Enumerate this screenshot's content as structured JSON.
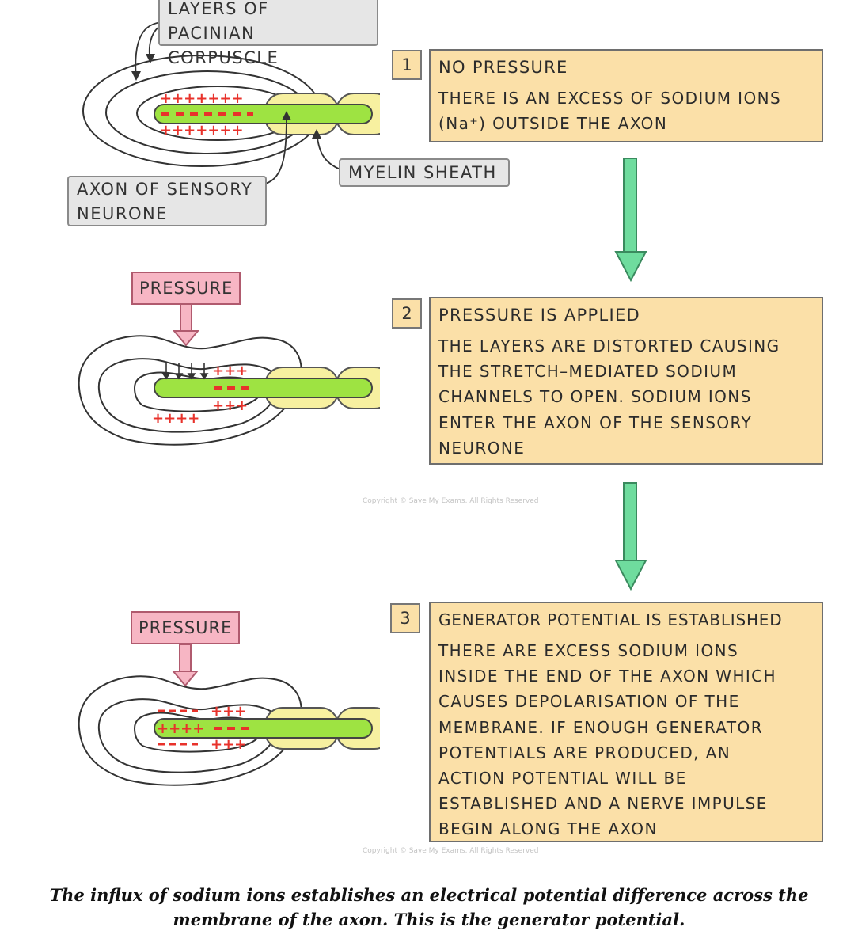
{
  "labels": {
    "layers": "LAYERS OF\nPACINIAN CORPUSCLE",
    "axon": "AXON OF SENSORY\nNEURONE",
    "myelin": "MYELIN SHEATH",
    "pressure": "PRESSURE"
  },
  "steps": [
    {
      "number": "1",
      "title": "NO PRESSURE",
      "body": "THERE IS AN EXCESS OF SODIUM IONS\n(Na⁺) OUTSIDE THE AXON"
    },
    {
      "number": "2",
      "title": "PRESSURE IS APPLIED",
      "body": "THE LAYERS ARE DISTORTED CAUSING\nTHE STRETCH–MEDIATED SODIUM\nCHANNELS TO OPEN. SODIUM IONS\nENTER THE AXON OF THE SENSORY\nNEURONE"
    },
    {
      "number": "3",
      "title": "GENERATOR POTENTIAL IS ESTABLISHED",
      "body": "THERE ARE EXCESS SODIUM IONS\nINSIDE THE END OF THE AXON WHICH\nCAUSES DEPOLARISATION OF THE\nMEMBRANE. IF ENOUGH GENERATOR\nPOTENTIALS ARE PRODUCED, AN\nACTION POTENTIAL WILL BE\nESTABLISHED AND A NERVE IMPULSE\nBEGIN ALONG THE AXON"
    }
  ],
  "copyright": "Copyright © Save My Exams. All Rights Reserved",
  "caption": "The influx of sodium ions establishes an electrical potential difference across the\nmembrane of the axon. This is the generator potential.",
  "colors": {
    "box_fill": "#fbe0a8",
    "arrow_fill": "#6fdc9e",
    "axon_green": "#9ee342",
    "myelin_yellow": "#f7f0a0",
    "pressure_fill": "#f7b6c4",
    "charge_red": "#e8322b"
  }
}
